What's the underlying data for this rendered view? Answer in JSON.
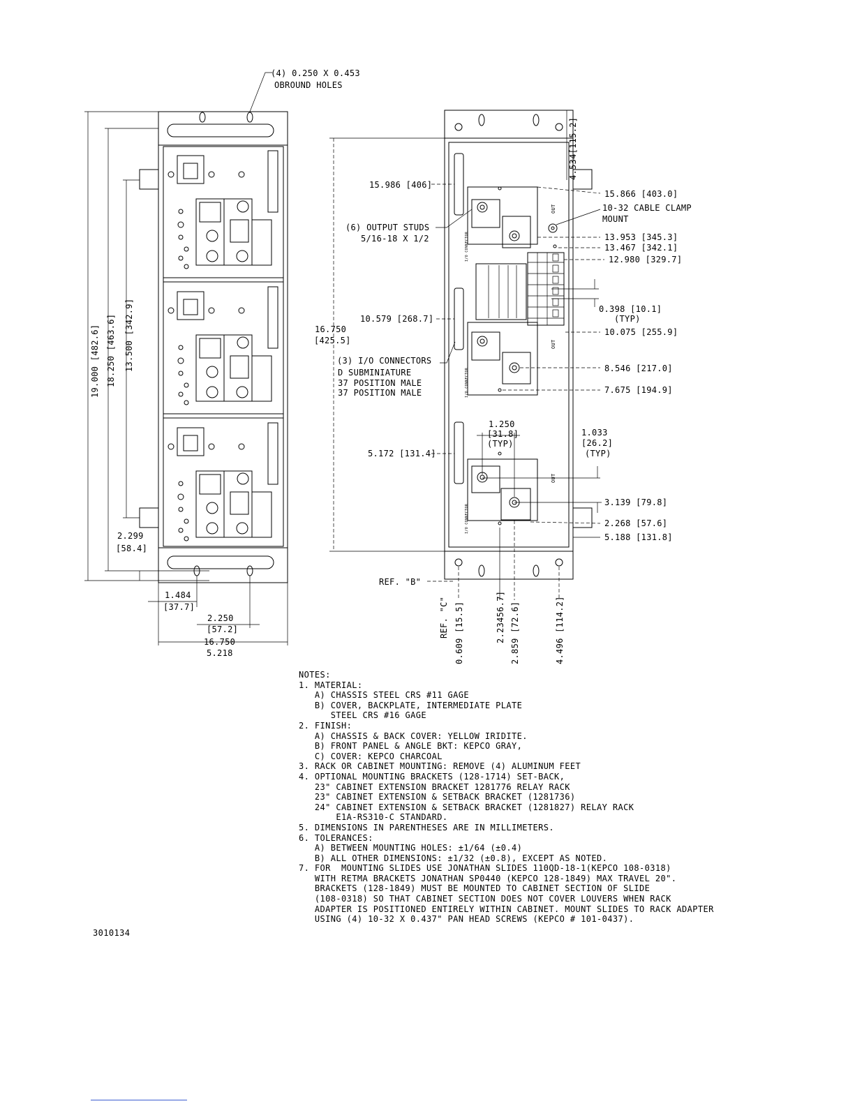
{
  "drawing": {
    "holes_note": [
      "(4) 0.250 X 0.453",
      "OBROUND HOLES"
    ],
    "left_vertical_dims": [
      "19.000 [482.6]",
      "18.250 [463.6]",
      "13.500 [342.9]"
    ],
    "left_bottom_dims": {
      "d2299": [
        "2.299",
        "[58.4]"
      ],
      "d1484": [
        "1.484",
        "[37.7]"
      ],
      "d2250": [
        "2.250",
        "[57.2]"
      ],
      "d16750": "16.750",
      "d5218": "5.218"
    },
    "right_height_dim": [
      "16.750",
      "[425.5]"
    ],
    "right_top_dim": "4.534[115.2]",
    "right_left_callouts": {
      "c15986": "15.986 [406]",
      "studs": [
        "(6) OUTPUT STUDS",
        "5/16-18 X 1/2"
      ],
      "c10579": "10.579 [268.7]",
      "io": [
        "(3) I/O CONNECTORS",
        "D SUBMINIATURE",
        "37 POSITION MALE",
        "37 POSITION MALE"
      ],
      "c5172": "5.172 [131.4]",
      "c1250": [
        "1.250",
        "[31.8]",
        "(TYP)"
      ],
      "refb": "REF. \"B\""
    },
    "right_callouts": {
      "r15866": "15.866 [403.0]",
      "clamp": [
        "10-32 CABLE CLAMP",
        "MOUNT"
      ],
      "r13953": "13.953 [345.3]",
      "r13467": "13.467 [342.1]",
      "r12980": "12.980 [329.7]",
      "r0398": [
        "0.398 [10.1]",
        "(TYP)"
      ],
      "r10075": "10.075 [255.9]",
      "r8546": "8.546 [217.0]",
      "r7675": "7.675 [194.9]",
      "r1033": [
        "1.033",
        "[26.2]",
        "(TYP)"
      ],
      "r3139": "3.139 [79.8]",
      "r2268": "2.268 [57.6]",
      "r5188": "5.188 [131.8]"
    },
    "bottom_vertical_dims": [
      "REF. \"C\"",
      "0.609 [15.5]",
      "2.23456.7]",
      "2.859 [72.6]",
      "4.496 [114.2]"
    ],
    "panel_labels": {
      "out": "OUT",
      "io_connector": "I/O CONNECTOR"
    }
  },
  "notes": [
    "NOTES:",
    "1. MATERIAL:",
    "   A) CHASSIS STEEL CRS #11 GAGE",
    "   B) COVER, BACKPLATE, INTERMEDIATE PLATE",
    "      STEEL CRS #16 GAGE",
    "2. FINISH:",
    "   A) CHASSIS & BACK COVER: YELLOW IRIDITE.",
    "   B) FRONT PANEL & ANGLE BKT: KEPCO GRAY,",
    "   C) COVER: KEPCO CHARCOAL",
    "3. RACK OR CABINET MOUNTING: REMOVE (4) ALUMINUM FEET",
    "4. OPTIONAL MOUNTING BRACKETS (128-1714) SET-BACK,",
    "   23\" CABINET EXTENSION BRACKET 1281776 RELAY RACK",
    "   23\" CABINET EXTENSION & SETBACK BRACKET (1281736)",
    "   24\" CABINET EXTENSION & SETBACK BRACKET (1281827) RELAY RACK",
    "       E1A-RS310-C STANDARD.",
    "5. DIMENSIONS IN PARENTHESES ARE IN MILLIMETERS.",
    "6. TOLERANCES:",
    "   A) BETWEEN MOUNTING HOLES: ±1/64 (±0.4)",
    "   B) ALL OTHER DIMENSIONS: ±1/32 (±0.8), EXCEPT AS NOTED.",
    "7. FOR  MOUNTING SLIDES USE JONATHAN SLIDES 110QD-18-1(KEPCO 108-0318)",
    "   WITH RETMA BRACKETS JONATHAN SP0440 (KEPCO 128-1849) MAX TRAVEL 20\".",
    "   BRACKETS (128-1849) MUST BE MOUNTED TO CABINET SECTION OF SLIDE",
    "   (108-0318) SO THAT CABINET SECTION DOES NOT COVER LOUVERS WHEN RACK",
    "   ADAPTER IS POSITIONED ENTIRELY WITHIN CABINET. MOUNT SLIDES TO RACK ADAPTER",
    "   USING (4) 10-32 X 0.437\" PAN HEAD SCREWS (KEPCO # 101-0437)."
  ],
  "doc_number": "3010134"
}
